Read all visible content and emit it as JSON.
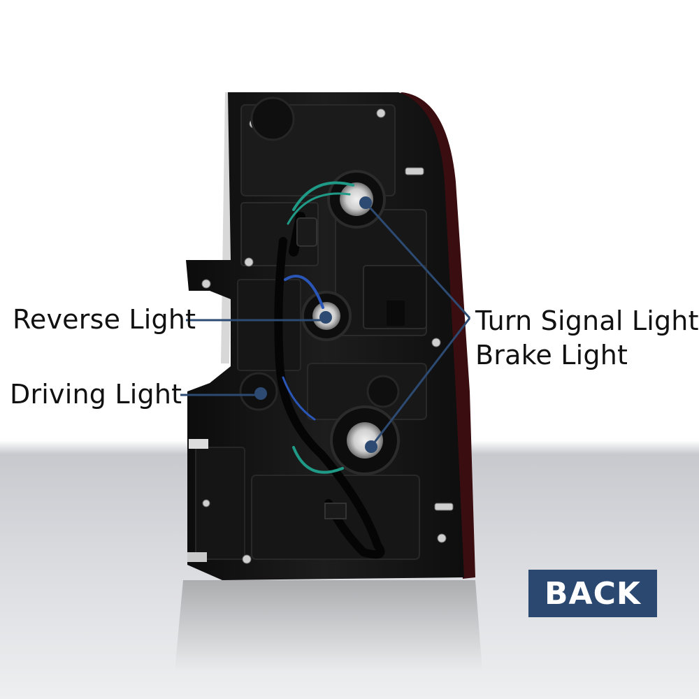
{
  "labels": {
    "reverse": "Reverse Light",
    "driving": "Driving Light",
    "turn_signal": "Turn Signal Light",
    "brake": "Brake Light"
  },
  "badge": {
    "text": "BACK"
  },
  "colors": {
    "badge_bg": "#2b4871",
    "callout_line": "#2c4a72",
    "housing": "#141414",
    "wire_green": "#1f9a86",
    "wire_blue": "#2a56b8"
  }
}
